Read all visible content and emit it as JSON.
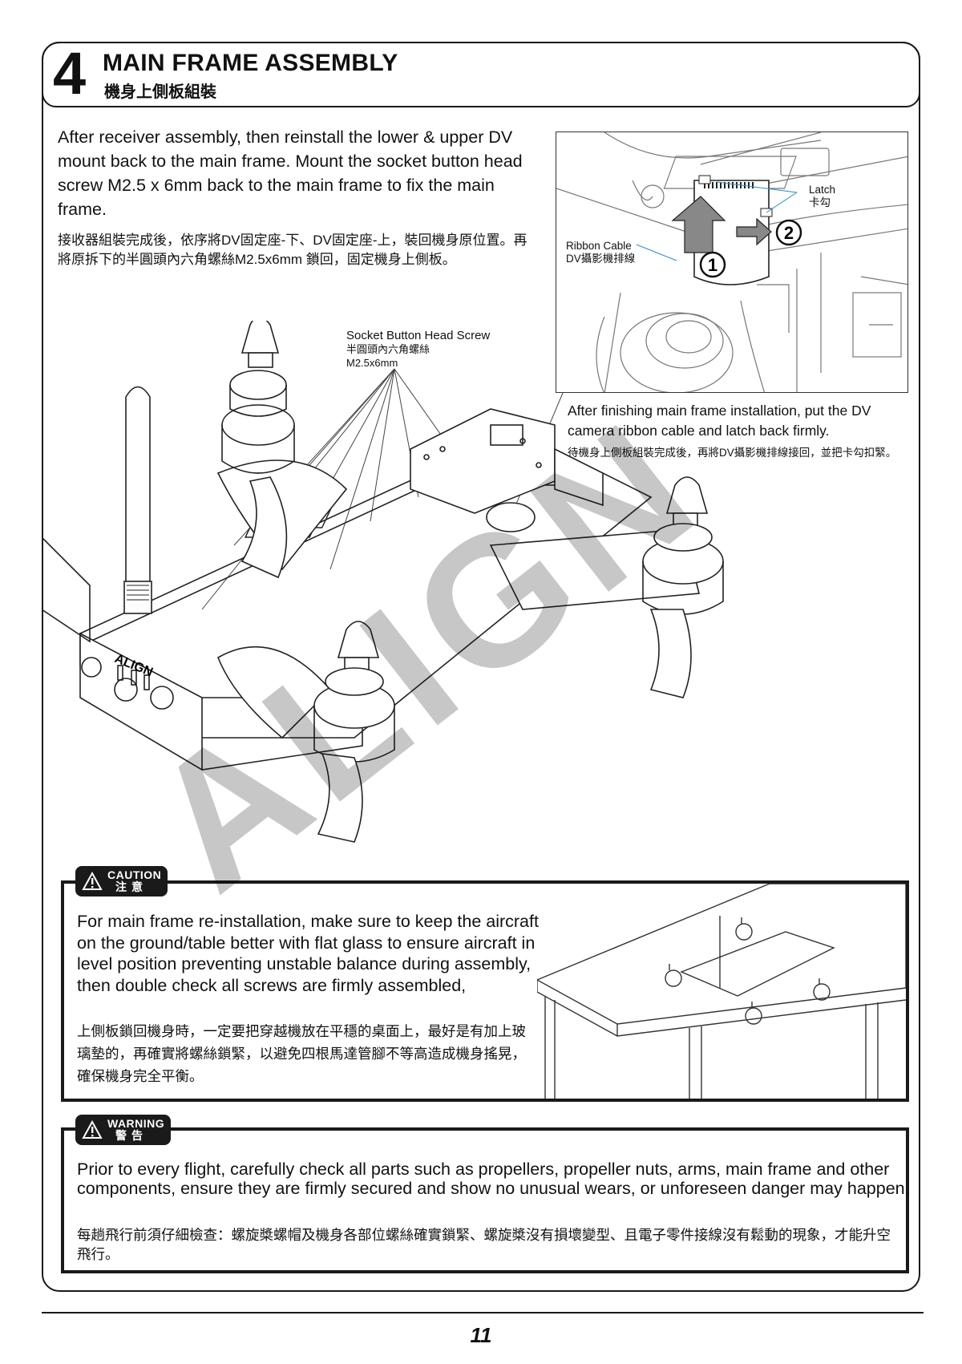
{
  "header": {
    "step_number": "4",
    "title_en": "MAIN FRAME ASSEMBLY",
    "title_zh": "機身上側板組裝"
  },
  "intro": {
    "en": "After receiver assembly, then reinstall the lower & upper DV mount back to the main frame.  Mount the socket button head screw M2.5 x 6mm back to the main frame to fix the main frame.",
    "zh": "接收器組裝完成後，依序將DV固定座-下、DV固定座-上，裝回機身原位置。再將原拆下的半圓頭內六角螺絲M2.5x6mm 鎖回，固定機身上側板。"
  },
  "inset": {
    "latch_en": "Latch",
    "latch_zh": "卡勾",
    "ribbon_en": "Ribbon Cable",
    "ribbon_zh": "DV攝影機排線",
    "step1": "1",
    "step2": "2",
    "caption_en": "After finishing main frame installation, put the DV camera ribbon cable and latch back firmly.",
    "caption_zh": "待機身上側板組裝完成後，再將DV攝影機排線接回，並把卡勾扣緊。"
  },
  "screw_callout": {
    "en": "Socket Button Head Screw",
    "zh": "半圓頭內六角螺絲",
    "size": "M2.5x6mm"
  },
  "product_logo": "ALIGN",
  "watermark_text": "ALIGN",
  "caution": {
    "tag_en": "CAUTION",
    "tag_zh": "注意",
    "en": "For main frame re-installation, make sure to keep the aircraft on the ground/table better with flat glass to ensure aircraft in level position preventing unstable balance during assembly, then double check all screws are firmly assembled,",
    "zh": "上側板鎖回機身時，一定要把穿越機放在平穩的桌面上，最好是有加上玻璃墊的，再確實將螺絲鎖緊，以避免四根馬達管腳不等高造成機身搖晃，確保機身完全平衡。"
  },
  "warning": {
    "tag_en": "WARNING",
    "tag_zh": "警告",
    "en": "Prior to every flight, carefully check all parts such as propellers, propeller nuts, arms, main frame and other components, ensure they are firmly secured and show no unusual wears, or unforeseen danger may happen.",
    "zh": "每趟飛行前須仔細檢查：螺旋槳螺帽及機身各部位螺絲確實鎖緊、螺旋槳沒有損壞變型、且電子零件接線沒有鬆動的現象，才能升空飛行。"
  },
  "footer": {
    "page_number": "11"
  }
}
